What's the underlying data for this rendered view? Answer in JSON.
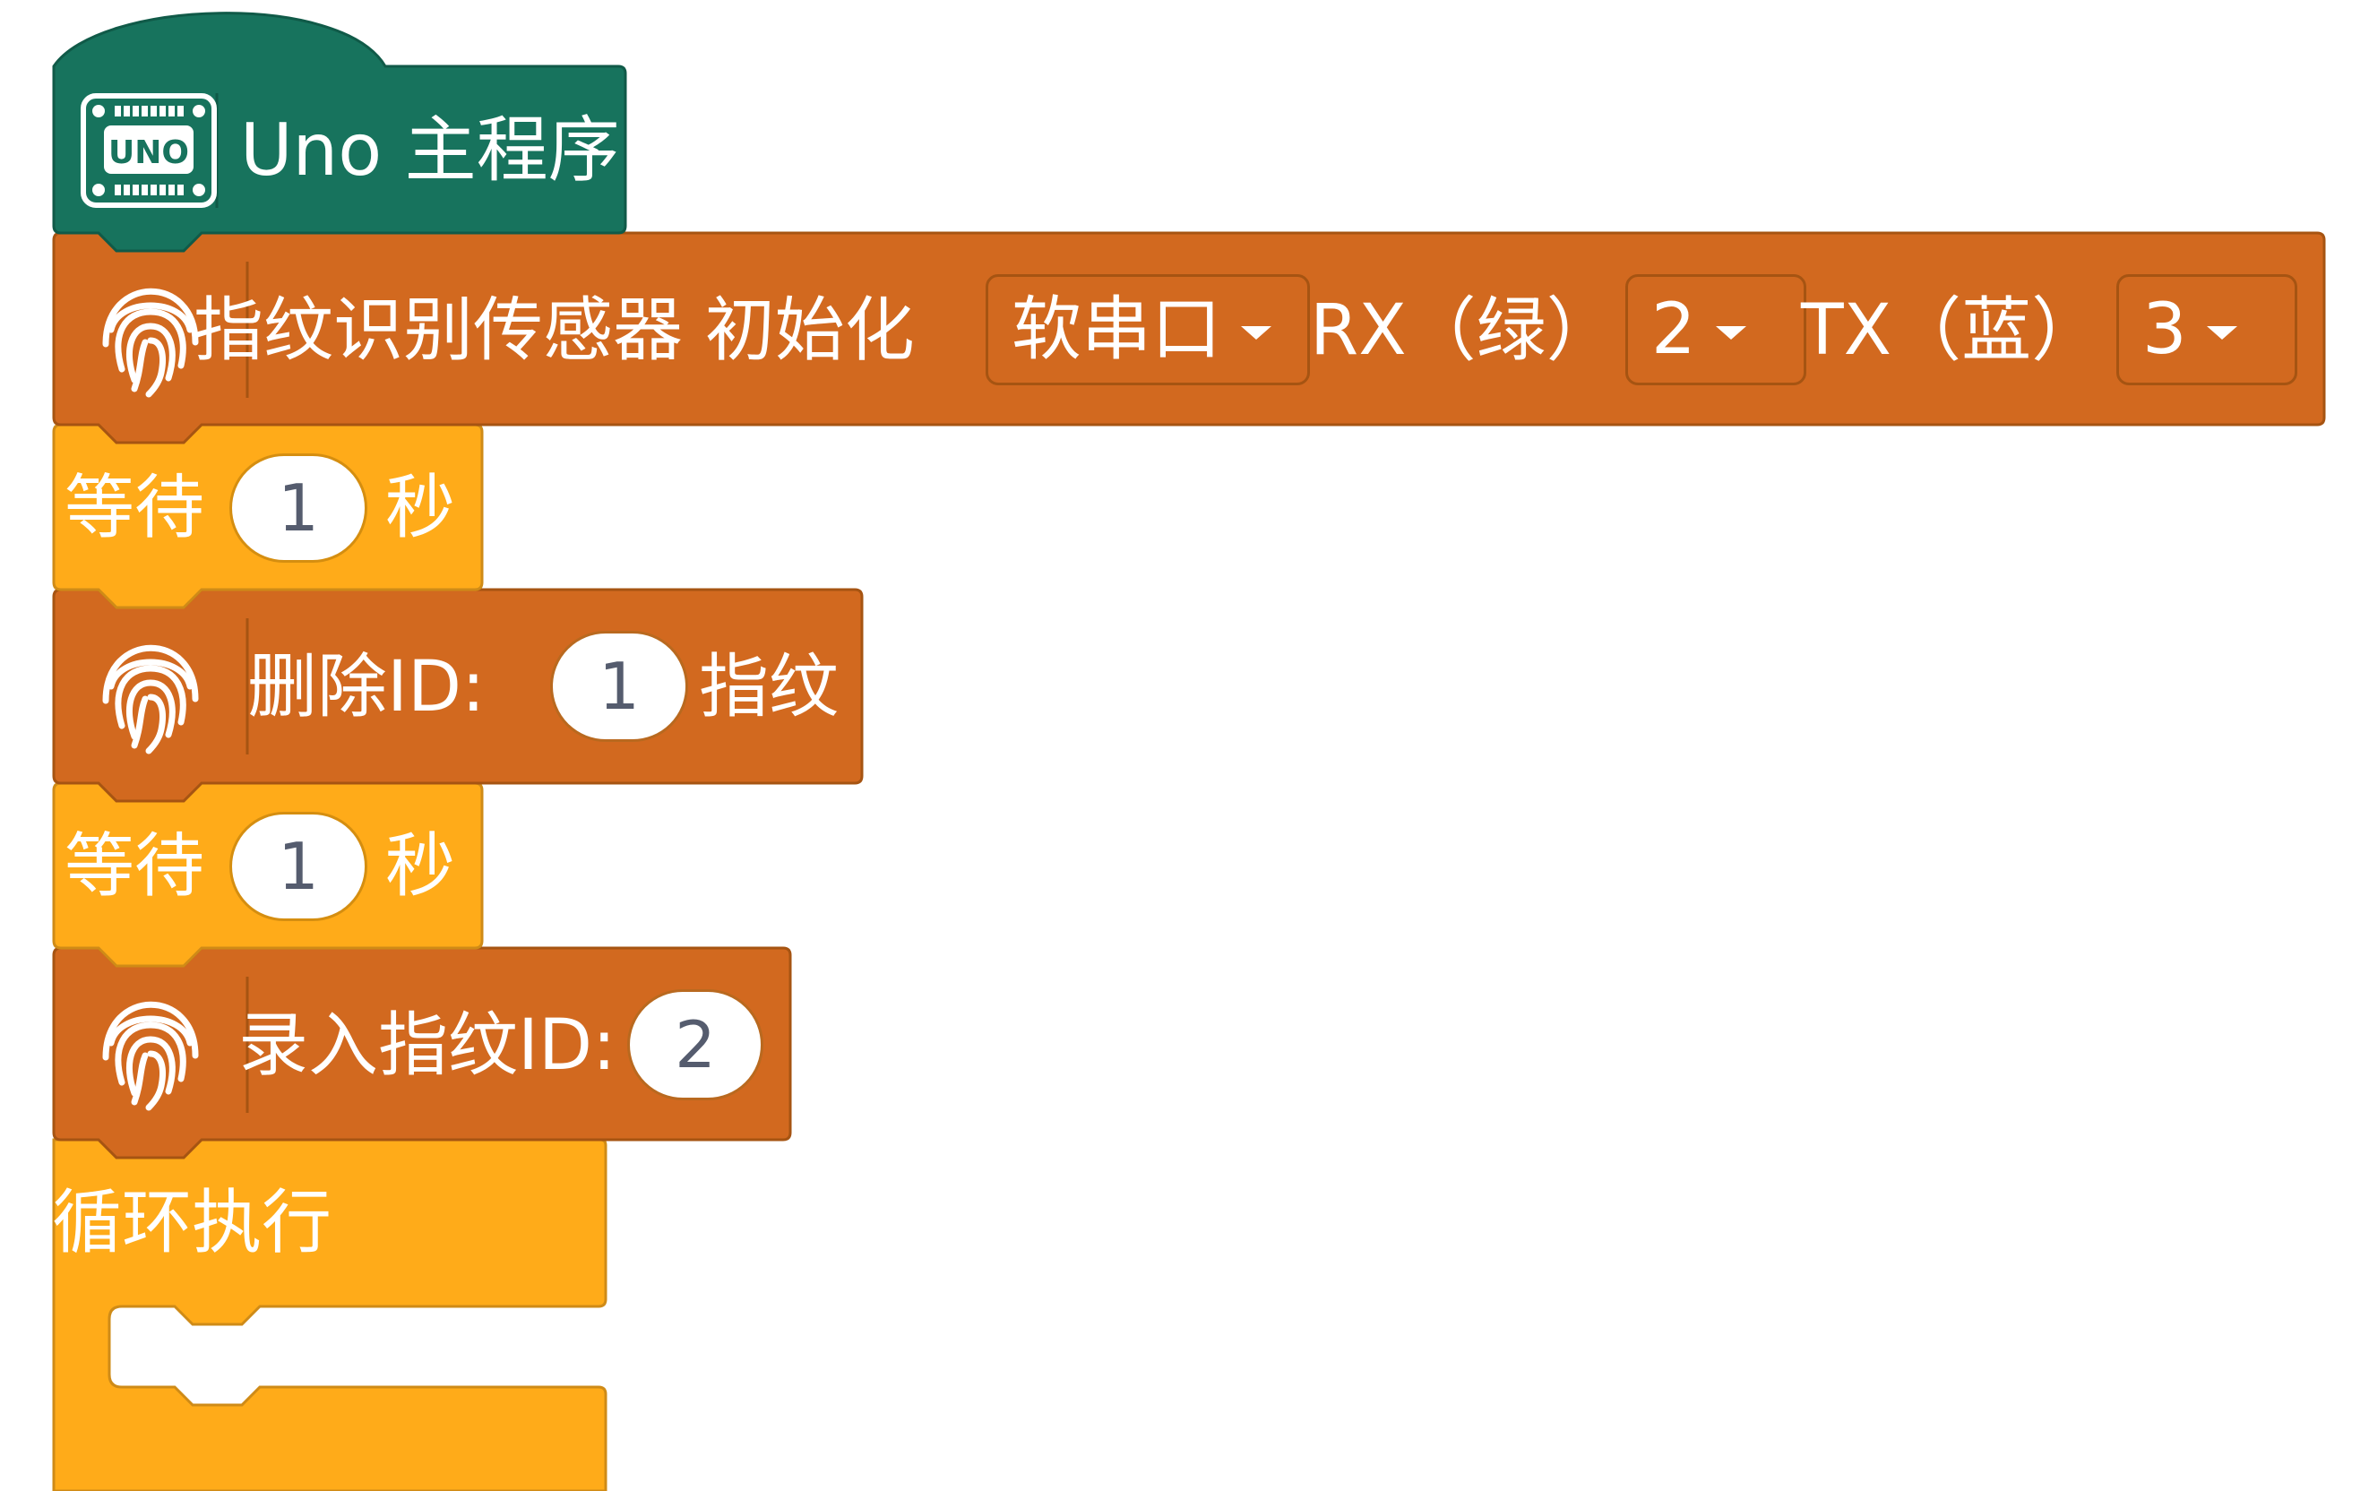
{
  "hat_block": {
    "board_badge": "UNO",
    "title": "Uno 主程序"
  },
  "fingerprint_init_block": {
    "label": "指纹识别传感器 初始化 ",
    "port_dropdown": "软串口",
    "rx_label": "RX（绿）",
    "rx_value": "2",
    "tx_label": "TX（蓝）",
    "tx_value": "3"
  },
  "wait_block_1": {
    "prefix": "等待",
    "value": "1",
    "suffix": "秒"
  },
  "delete_block": {
    "prefix": "删除ID:",
    "value": "1",
    "suffix": "指纹"
  },
  "wait_block_2": {
    "prefix": "等待",
    "value": "1",
    "suffix": "秒"
  },
  "enroll_block": {
    "prefix": "录入指纹ID:",
    "value": "2"
  },
  "loop_block": {
    "label": "循环执行"
  },
  "colors": {
    "hat_green": "#17735d",
    "sensor_orange": "#d2691f",
    "control_yellow": "#ffab19"
  },
  "icons": {
    "board_icon": "uno-board-icon",
    "sensor_icon": "fingerprint-icon"
  }
}
